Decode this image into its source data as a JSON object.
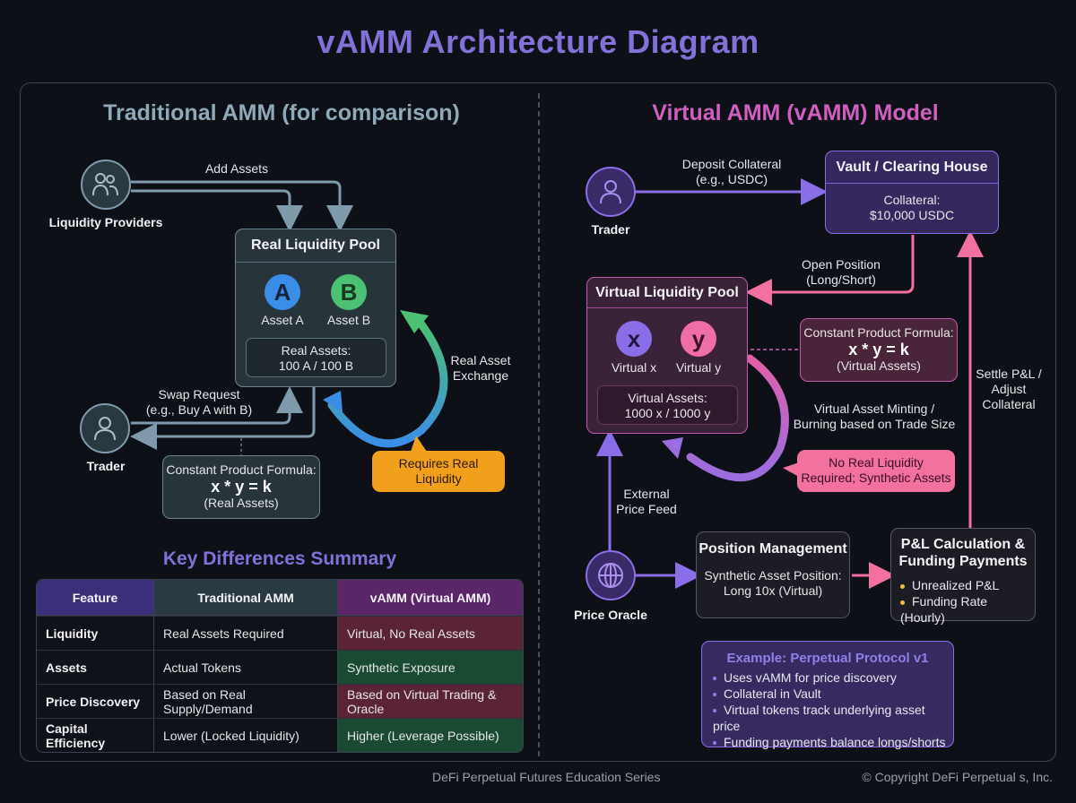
{
  "title": "vAMM Architecture Diagram",
  "colors": {
    "background": "#0d1017",
    "title": "#8272d8",
    "traditional_accent": "#8fa9b8",
    "virtual_accent": "#d05fc0",
    "asset_a": "#3b8ee8",
    "asset_b": "#4cc073",
    "token_x": "#8a6ee8",
    "token_y": "#f06ea6",
    "callout_orange": "#f0a01c",
    "callout_pink": "#f2719f"
  },
  "traditional": {
    "title": "Traditional AMM (for comparison)",
    "liquidity_providers": {
      "label": "Liquidity Providers",
      "icon": "users-icon"
    },
    "add_assets_label": "Add Assets",
    "pool": {
      "title": "Real Liquidity Pool",
      "asset_a": {
        "letter": "A",
        "label": "Asset A"
      },
      "asset_b": {
        "letter": "B",
        "label": "Asset B"
      },
      "reserves_line1": "Real Assets:",
      "reserves_line2": "100 A / 100 B"
    },
    "exchange_label_line1": "Real Asset",
    "exchange_label_line2": "Exchange",
    "swap_label_line1": "Swap Request",
    "swap_label_line2": "(e.g., Buy A with B)",
    "trader": {
      "label": "Trader",
      "icon": "user-icon"
    },
    "formula": {
      "line1": "Constant Product Formula:",
      "line2": "x * y = k",
      "line3": "(Real Assets)"
    },
    "callout_line1": "Requires Real",
    "callout_line2": "Liquidity"
  },
  "virtual": {
    "title": "Virtual AMM (vAMM) Model",
    "trader": {
      "label": "Trader",
      "icon": "user-icon"
    },
    "deposit_label_line1": "Deposit Collateral",
    "deposit_label_line2": "(e.g., USDC)",
    "vault": {
      "title": "Vault / Clearing House",
      "line1": "Collateral:",
      "line2": "$10,000 USDC"
    },
    "open_position_line1": "Open Position",
    "open_position_line2": "(Long/Short)",
    "pool": {
      "title": "Virtual Liquidity Pool",
      "token_x": {
        "letter": "x",
        "label": "Virtual x"
      },
      "token_y": {
        "letter": "y",
        "label": "Virtual y"
      },
      "reserves_line1": "Virtual Assets:",
      "reserves_line2": "1000 x / 1000 y"
    },
    "formula": {
      "line1": "Constant Product Formula:",
      "line2": "x * y = k",
      "line3": "(Virtual Assets)"
    },
    "mint_label_line1": "Virtual Asset Minting /",
    "mint_label_line2": "Burning based on Trade Size",
    "callout_line1": "No Real Liquidity",
    "callout_line2": "Required; Synthetic Assets",
    "settle_line1": "Settle P&L /",
    "settle_line2": "Adjust",
    "settle_line3": "Collateral",
    "price_feed_line1": "External",
    "price_feed_line2": "Price Feed",
    "oracle": {
      "label": "Price Oracle",
      "icon": "globe-icon"
    },
    "position": {
      "title": "Position Management",
      "line1": "Synthetic Asset Position:",
      "line2": "Long 10x (Virtual)"
    },
    "pnl": {
      "title_line1": "P&L Calculation &",
      "title_line2": "Funding Payments",
      "items": [
        "Unrealized P&L",
        "Funding Rate (Hourly)"
      ]
    },
    "example": {
      "title": "Example: Perpetual Protocol v1",
      "items": [
        "Uses vAMM for price discovery",
        "Collateral in Vault",
        "Virtual tokens track underlying asset price",
        "Funding payments balance longs/shorts"
      ]
    }
  },
  "summary": {
    "title": "Key Differences Summary",
    "headers": [
      "Feature",
      "Traditional AMM",
      "vAMM (Virtual AMM)"
    ],
    "rows": [
      {
        "feature": "Liquidity",
        "traditional": "Real Assets Required",
        "vamm": "Virtual, No Real Assets",
        "tone": "red"
      },
      {
        "feature": "Assets",
        "traditional": "Actual Tokens",
        "vamm": "Synthetic Exposure",
        "tone": "green"
      },
      {
        "feature": "Price Discovery",
        "traditional": "Based on Real Supply/Demand",
        "vamm": "Based on Virtual Trading & Oracle",
        "tone": "red"
      },
      {
        "feature": "Capital Efficiency",
        "traditional": "Lower (Locked Liquidity)",
        "vamm": "Higher (Leverage Possible)",
        "tone": "green"
      }
    ]
  },
  "footer": {
    "series": "DeFi Perpetual Futures Education Series",
    "copyright": "© Copyright DeFi Perpetual s, Inc."
  }
}
